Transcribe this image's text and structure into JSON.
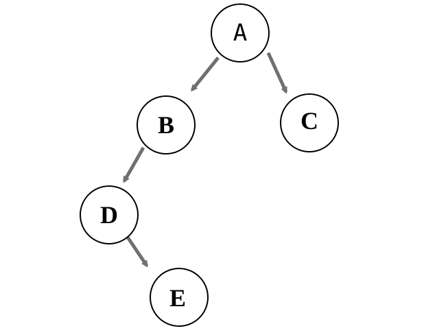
{
  "diagram": {
    "type": "binary-tree",
    "edge_color": "#707070",
    "nodes": [
      {
        "id": "A",
        "label": "A"
      },
      {
        "id": "B",
        "label": "B"
      },
      {
        "id": "C",
        "label": "C"
      },
      {
        "id": "D",
        "label": "D"
      },
      {
        "id": "E",
        "label": "E"
      }
    ],
    "edges": [
      {
        "from": "A",
        "to": "B"
      },
      {
        "from": "A",
        "to": "C"
      },
      {
        "from": "B",
        "to": "D"
      },
      {
        "from": "D",
        "to": "E"
      }
    ]
  }
}
